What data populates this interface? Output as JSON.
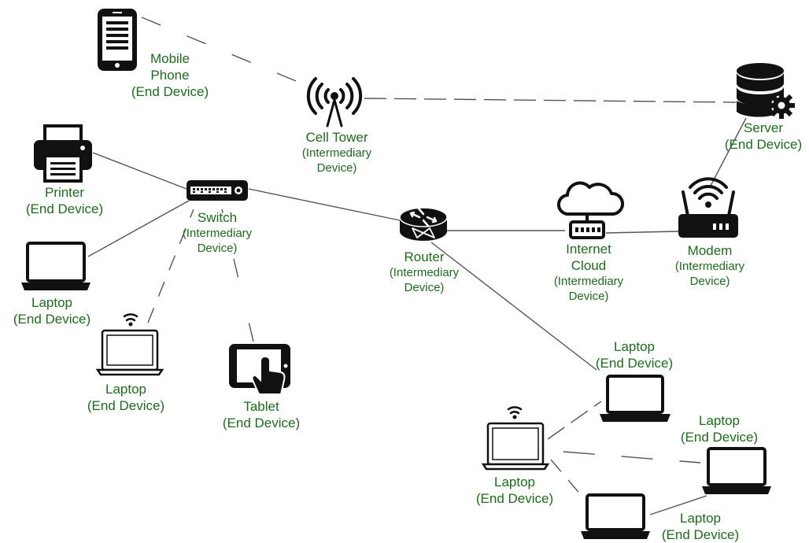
{
  "colors": {
    "label": "#1e6b1e",
    "icon": "#111111",
    "link": "#555555"
  },
  "nodes": {
    "mobile": {
      "name": "Mobile Phone",
      "role": "(End Device)",
      "icon": "mobile-phone-icon"
    },
    "tower": {
      "name": "Cell Tower",
      "role": "(Intermediary Device)",
      "icon": "cell-tower-icon"
    },
    "server": {
      "name": "Server",
      "role": "(End Device)",
      "icon": "database-server-icon"
    },
    "printer": {
      "name": "Printer",
      "role": "(End Device)",
      "icon": "printer-icon"
    },
    "switch": {
      "name": "Switch",
      "role": "(Intermediary Device)",
      "icon": "switch-icon"
    },
    "router": {
      "name": "Router",
      "role": "(Intermediary Device)",
      "icon": "router-icon"
    },
    "cloud": {
      "name": "Internet Cloud",
      "role": "(Intermediary Device)",
      "icon": "cloud-icon"
    },
    "modem": {
      "name": "Modem",
      "role": "(Intermediary Device)",
      "icon": "wifi-modem-icon"
    },
    "laptop1": {
      "name": "Laptop",
      "role": "(End Device)",
      "icon": "laptop-icon"
    },
    "laptop2": {
      "name": "Laptop",
      "role": "(End Device)",
      "icon": "wireless-laptop-icon"
    },
    "tablet": {
      "name": "Tablet",
      "role": "(End Device)",
      "icon": "tablet-icon"
    },
    "laptop3": {
      "name": "Laptop",
      "role": "(End Device)",
      "icon": "laptop-icon"
    },
    "laptop4": {
      "name": "Laptop",
      "role": "(End Device)",
      "icon": "wireless-laptop-icon"
    },
    "laptop5": {
      "name": "Laptop",
      "role": "(End Device)",
      "icon": "laptop-icon"
    },
    "laptop6": {
      "name": "Laptop",
      "role": "(End Device)",
      "icon": "laptop-icon"
    }
  },
  "links": [
    {
      "from": "mobile",
      "to": "tower",
      "style": "wireless"
    },
    {
      "from": "tower",
      "to": "server",
      "style": "wireless"
    },
    {
      "from": "printer",
      "to": "switch",
      "style": "wired"
    },
    {
      "from": "laptop1",
      "to": "switch",
      "style": "wired"
    },
    {
      "from": "laptop2",
      "to": "switch",
      "style": "wireless"
    },
    {
      "from": "tablet",
      "to": "switch",
      "style": "wireless"
    },
    {
      "from": "switch",
      "to": "router",
      "style": "wired"
    },
    {
      "from": "router",
      "to": "cloud",
      "style": "wired"
    },
    {
      "from": "cloud",
      "to": "modem",
      "style": "wired"
    },
    {
      "from": "modem",
      "to": "server",
      "style": "wired"
    },
    {
      "from": "router",
      "to": "laptop3",
      "style": "wired"
    },
    {
      "from": "laptop4",
      "to": "laptop3",
      "style": "wireless"
    },
    {
      "from": "laptop4",
      "to": "laptop5",
      "style": "wireless"
    },
    {
      "from": "laptop4",
      "to": "laptop6",
      "style": "wireless"
    },
    {
      "from": "laptop6",
      "to": "laptop5",
      "style": "wired"
    }
  ]
}
